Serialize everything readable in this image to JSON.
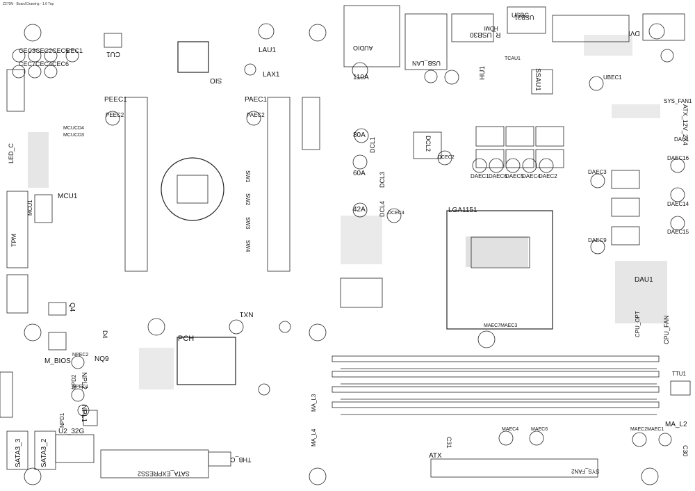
{
  "header": "Z270N · Board Drawing - 1.0 Top",
  "sections": {
    "audio": "AUDIO",
    "usb_lan": "USB_LAN",
    "r_usb30": "R_USB30",
    "usbc": "USBC",
    "usb31": "USB31",
    "hdmi": "HDMI",
    "dvi": "DVI",
    "lga": "LGA1151",
    "pch": "PCH",
    "sio": "SIO",
    "atx": "ATX",
    "atx_12v": "ATX_12V_2X4",
    "sata_express": "SATA_EXPRESS2",
    "thb": "THB_C",
    "tpm": "TPM",
    "m_bios": "M_BIOS",
    "mcu1": "MCU1",
    "dau1": "DAU1",
    "ssau1": "SSAU1",
    "lau1": "LAU1",
    "lax1": "LAX1",
    "cu1": "CU1",
    "nx1": "NX1",
    "u2_32g": "U2_32G",
    "sata3_3": "SATA3_3",
    "sata3_2": "SATA3_2"
  },
  "labels": [
    {
      "id": "cec3",
      "t": "CEC3CEC2CEC5"
    },
    {
      "id": "cec7",
      "t": "CEC7CEC4CEC6"
    },
    {
      "id": "cec1",
      "t": "CEC1"
    },
    {
      "id": "peec1",
      "t": "PEEC1"
    },
    {
      "id": "peec2",
      "t": "PEEC2"
    },
    {
      "id": "paec1",
      "t": "PAEC1"
    },
    {
      "id": "paec2",
      "t": "PAEC2"
    },
    {
      "id": "mcucd4",
      "t": "MCUCD4"
    },
    {
      "id": "mcucd3",
      "t": "MCUCD3"
    },
    {
      "id": "a110",
      "t": "110A"
    },
    {
      "id": "a80",
      "t": "80A"
    },
    {
      "id": "a60",
      "t": "60A"
    },
    {
      "id": "a42",
      "t": "42A"
    },
    {
      "id": "ubec1",
      "t": "UBEC1"
    },
    {
      "id": "sysfan1",
      "t": "SYS_FAN1"
    },
    {
      "id": "dau1r",
      "t": "DAU1"
    },
    {
      "id": "daec1",
      "t": "DAEC1"
    },
    {
      "id": "daec6",
      "t": "DAEC6"
    },
    {
      "id": "daec5",
      "t": "DAEC5"
    },
    {
      "id": "daec4",
      "t": "DAEC4"
    },
    {
      "id": "daec2",
      "t": "DAEC2"
    },
    {
      "id": "daec16",
      "t": "DAEC16"
    },
    {
      "id": "daec14",
      "t": "DAEC14"
    },
    {
      "id": "daec15",
      "t": "DAEC15"
    },
    {
      "id": "daec3",
      "t": "DAEC3"
    },
    {
      "id": "daec9",
      "t": "DAEC9"
    },
    {
      "id": "dcec2",
      "t": "DCEC2"
    },
    {
      "id": "dcec4",
      "t": "DCEC4"
    },
    {
      "id": "maec7",
      "t": "MAEC7MAEC3"
    },
    {
      "id": "maec4",
      "t": "MAEC4"
    },
    {
      "id": "maec6",
      "t": "MAEC6"
    },
    {
      "id": "maec2",
      "t": "MAEC2MAEC1"
    },
    {
      "id": "ma_l2",
      "t": "MA_L2"
    },
    {
      "id": "ttu1",
      "t": "TTU1"
    },
    {
      "id": "c30",
      "t": "C30"
    },
    {
      "id": "c31",
      "t": "C31"
    },
    {
      "id": "nq9",
      "t": "NQ9"
    },
    {
      "id": "npec2",
      "t": "NPEC2"
    },
    {
      "id": "npec1",
      "t": "NPEC1"
    },
    {
      "id": "q4",
      "t": "Q4"
    },
    {
      "id": "d4",
      "t": "D4"
    },
    {
      "id": "tcau1",
      "t": "TCAU1"
    },
    {
      "id": "syspan2",
      "t": "SYS_FAN2"
    }
  ],
  "rotated": [
    {
      "id": "hu1",
      "t": "HU1"
    },
    {
      "id": "led_c",
      "t": "LED_C"
    },
    {
      "id": "sw1",
      "t": "SW1"
    },
    {
      "id": "sw2",
      "t": "SW2"
    },
    {
      "id": "sw3",
      "t": "SW3"
    },
    {
      "id": "sw4",
      "t": "SW4"
    },
    {
      "id": "dcl1",
      "t": "DCL1"
    },
    {
      "id": "dcl2",
      "t": "DCL2"
    },
    {
      "id": "dcl3",
      "t": "DCL3"
    },
    {
      "id": "dcl4",
      "t": "DCL4"
    },
    {
      "id": "cpu_opt",
      "t": "CPU_OPT"
    },
    {
      "id": "cpu_fan",
      "t": "CPU_FAN"
    },
    {
      "id": "npl2",
      "t": "NPL2"
    },
    {
      "id": "npl1",
      "t": "NPL1"
    },
    {
      "id": "npd1",
      "t": "NPD1"
    },
    {
      "id": "npd2",
      "t": "NPD2"
    },
    {
      "id": "ma_l3",
      "t": "MA_L3"
    },
    {
      "id": "ma_l4",
      "t": "MA_L4"
    },
    {
      "id": "mcu1r",
      "t": "MCU1"
    }
  ]
}
